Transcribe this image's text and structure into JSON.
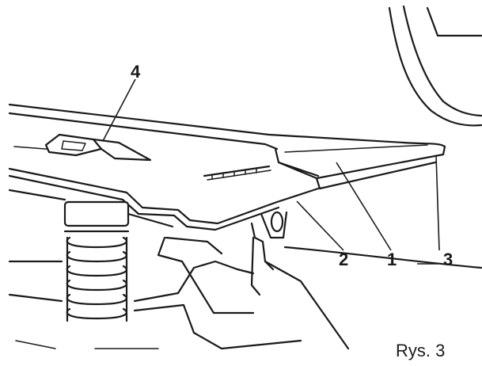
{
  "callouts": {
    "c4": "4",
    "c2": "2",
    "c1": "1",
    "c3": "3"
  },
  "caption": "Rys. 3",
  "colors": {
    "ink": "#1a1a1a",
    "paper": "#ffffff"
  }
}
